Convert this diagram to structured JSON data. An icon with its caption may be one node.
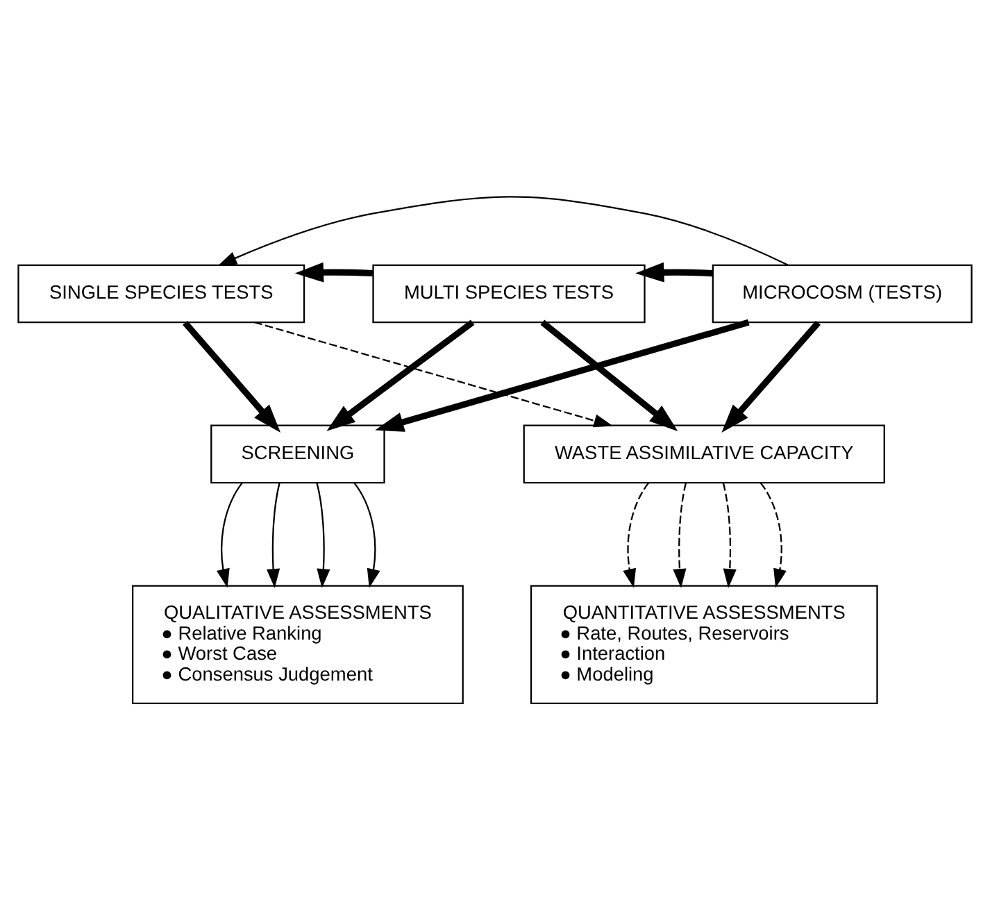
{
  "diagram": {
    "nodes": [
      {
        "text": [
          "SINGLE SPECIES TESTS"
        ]
      },
      {
        "text": [
          "MULTI SPECIES TESTS"
        ]
      },
      {
        "text": [
          "MICROCOSM (TESTS)"
        ]
      },
      {
        "text": [
          "SCREENING"
        ]
      },
      {
        "text": [
          "WASTE ASSIMILATIVE CAPACITY"
        ]
      },
      {
        "text": [
          "QUALITATIVE ASSESSMENTS",
          "● Relative Ranking",
          "● Worst Case",
          "● Consensus Judgement"
        ]
      },
      {
        "text": [
          "QUANTITATIVE ASSESSMENTS",
          "● Rate, Routes, Reservoirs",
          "● Interaction",
          "● Modeling"
        ]
      }
    ],
    "edges": [
      {
        "from": 2,
        "to": 0,
        "arrow": "to"
      },
      {
        "from": 1,
        "to": 0,
        "arrow": "to",
        "style": "thick"
      },
      {
        "from": 2,
        "to": 1,
        "arrow": "to",
        "style": "thick"
      },
      {
        "from": 0,
        "to": 3,
        "arrow": "to",
        "style": "thick"
      },
      {
        "from": 1,
        "to": 3,
        "arrow": "to",
        "style": "thick"
      },
      {
        "from": 0,
        "to": 4,
        "arrow": "to",
        "style": "dashed"
      },
      {
        "from": 1,
        "to": 4,
        "arrow": "to",
        "style": "thick"
      },
      {
        "from": 2,
        "to": 4,
        "arrow": "to",
        "style": "thick"
      },
      {
        "from": 2,
        "to": 3,
        "arrow": "to",
        "style": "thick"
      },
      {
        "from": 3,
        "to": 5,
        "arrow": "to"
      },
      {
        "from": 3,
        "to": 5,
        "arrow": "to"
      },
      {
        "from": 3,
        "to": 5,
        "arrow": "to"
      },
      {
        "from": 3,
        "to": 5,
        "arrow": "to"
      },
      {
        "from": 4,
        "to": 6,
        "arrow": "to",
        "style": "dashed"
      },
      {
        "from": 4,
        "to": 6,
        "arrow": "to",
        "style": "dashed"
      },
      {
        "from": 4,
        "to": 6,
        "arrow": "to",
        "style": "dashed"
      },
      {
        "from": 4,
        "to": 6,
        "arrow": "to",
        "style": "dashed"
      }
    ]
  }
}
